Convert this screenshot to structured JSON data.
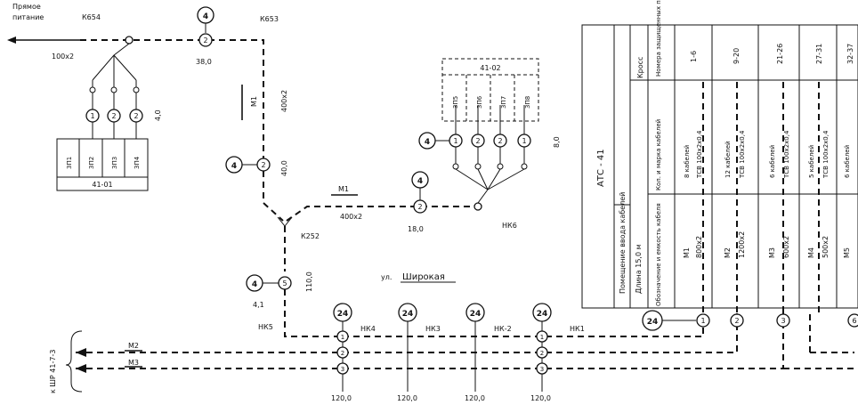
{
  "top_left": {
    "line1": "Прямое",
    "line2": "питание"
  },
  "wells": {
    "k654": "К654",
    "k653": "К653",
    "k252": "К252",
    "nk6": "НК6",
    "nk5": "НК5",
    "nk4": "НК4",
    "nk3": "НК3",
    "nk2": "НК-2",
    "nk1": "НК1"
  },
  "labels": {
    "cable_100x2": "100х2",
    "len_38": "38,0",
    "m1": "М1",
    "cable_400x2_v": "400х2",
    "len_40": "40,0",
    "m1_h": "М1",
    "cable_400x2_h": "400х2",
    "len_18": "18,0",
    "len_8": "8,0",
    "len_4": "4,0",
    "len_110": "110,0",
    "len_41": "4,1",
    "street_prefix": "ул.",
    "street_name": "Широкая",
    "m2": "М2",
    "m3": "М3",
    "dest": "к ШР 41-7-3",
    "len_120_a": "120,0",
    "len_120_b": "120,0",
    "len_120_c": "120,0",
    "len_120_d": "120,0"
  },
  "cabinet_left": {
    "name": "41-01",
    "cells": [
      "3П1",
      "3П2",
      "3П3",
      "3П4"
    ]
  },
  "cabinet_right": {
    "name": "41-02",
    "cells": [
      "3П5",
      "3П6",
      "3П7",
      "3П8"
    ]
  },
  "markers": {
    "four": "4",
    "twentyfour": "24",
    "one": "1",
    "two": "2",
    "three": "3",
    "five": "5",
    "six": "6"
  },
  "table": {
    "title": "АТС - 41",
    "room": "Помещение ввода кабелей",
    "length": "Длина 15,0 м",
    "frame": "Кросс",
    "header_designation": "Обозначение и емкость кабеля",
    "header_marks": "Кол. и марка кабелей",
    "header_pairs": "Номера защищенных пар",
    "cols": [
      {
        "designation": "М1",
        "capacity": "800х2",
        "marks1": "8 кабелей",
        "marks2": "ТСВ 100х2х0,4",
        "pairs": "1-6"
      },
      {
        "designation": "М2",
        "capacity": "1200х2",
        "marks1": "12 кабелей",
        "marks2": "ТСВ 100х2х0,4",
        "pairs": "9-20"
      },
      {
        "designation": "М3",
        "capacity": "600х2",
        "marks1": "6 кабелей",
        "marks2": "ТСВ 100х2х0,4",
        "pairs": "21-26"
      },
      {
        "designation": "М4",
        "capacity": "500х2",
        "marks1": "5 кабелей",
        "marks2": "ТСВ 100х2х0,4",
        "pairs": "27-31"
      },
      {
        "designation": "М5",
        "capacity": "",
        "marks1": "6 кабелей",
        "marks2": "",
        "pairs": "32-37"
      }
    ]
  }
}
